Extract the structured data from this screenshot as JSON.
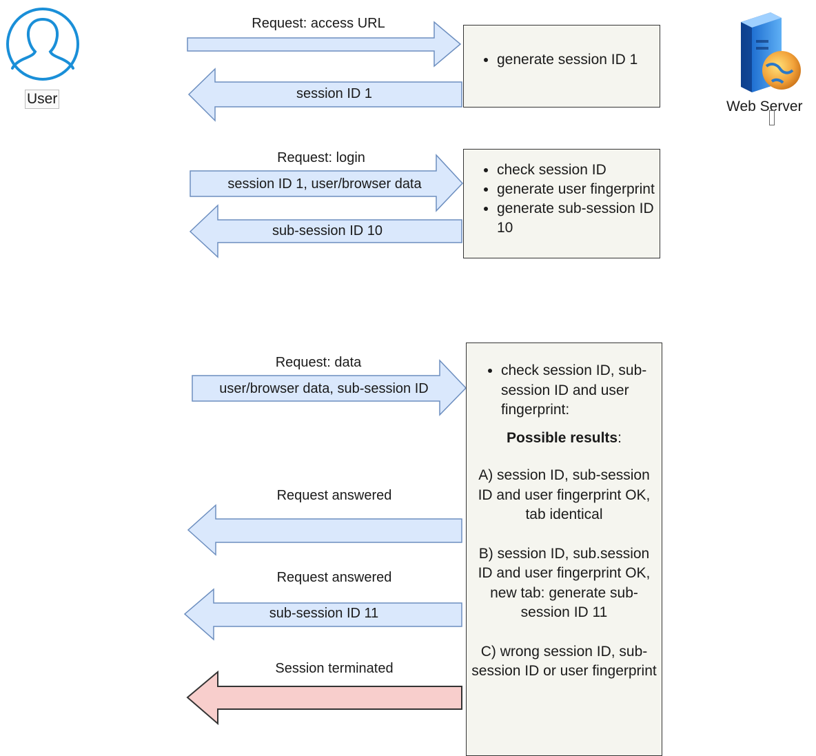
{
  "actors": {
    "user": "User",
    "server": "Web Server"
  },
  "phase1": {
    "request_label": "Request: access URL",
    "response_label": "session ID 1",
    "server_actions": [
      "generate session ID 1"
    ]
  },
  "phase2": {
    "request_label": "Request: login",
    "request_payload": "session ID 1, user/browser data",
    "response_label": "sub-session ID 10",
    "server_actions": [
      "check session ID",
      "generate user fingerprint",
      "generate sub-session ID 10"
    ]
  },
  "phase3": {
    "request_label": "Request: data",
    "request_payload": "user/browser data, sub-session ID",
    "server_actions": [
      "check session ID, sub-session ID and user fingerprint:"
    ],
    "results_heading": "Possible results",
    "results_heading_suffix": ":",
    "result_a": "A) session ID, sub-session ID and user fingerprint OK, tab identical",
    "result_b": "B) session ID, sub.session ID and user fingerprint OK, new tab: generate sub-session ID 11",
    "result_c": "C) wrong session ID, sub-session ID or user fingerprint",
    "response_a_label": "Request answered",
    "response_b_label": "Request answered",
    "response_b_payload": "sub-session ID 11",
    "response_c_label": "Session terminated"
  },
  "colors": {
    "arrow_fill": "#dae8fc",
    "arrow_stroke": "#6c8ebf",
    "terminate_fill": "#f8cecc",
    "terminate_stroke": "#333333",
    "box_fill": "#f5f5ef",
    "user_icon": "#1a8fd8"
  }
}
